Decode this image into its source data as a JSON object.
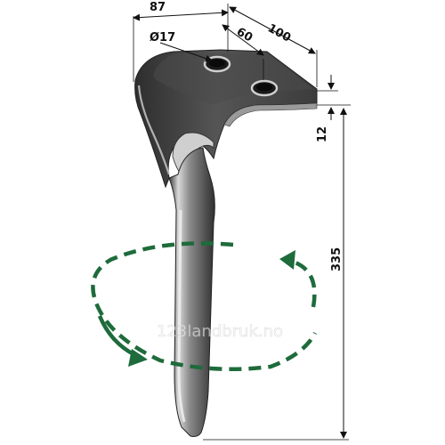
{
  "dimensions": {
    "width_top": "87",
    "hole_diameter": "Ø17",
    "hole_spacing": "60",
    "flange_width": "100",
    "thickness": "12",
    "length": "335"
  },
  "watermark": "123landbruk.no",
  "icons": {
    "rotation": "rotation-arrows-icon"
  },
  "colors": {
    "blade_dark": "#3a3a3a",
    "blade_mid": "#6c6c6c",
    "blade_light": "#bdbdbd",
    "rotation_arrow": "#1e6b3c",
    "dimension_lines": "#111111"
  }
}
